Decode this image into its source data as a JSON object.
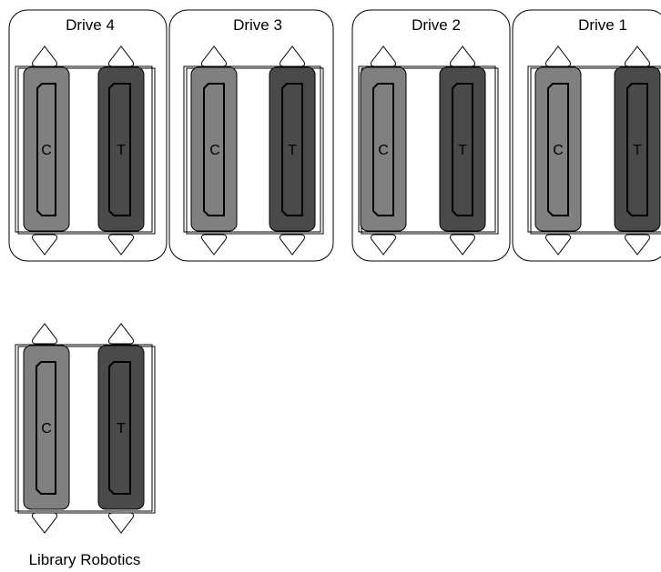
{
  "drives": [
    {
      "label": "Drive 4",
      "left_text": "C",
      "right_text": "T"
    },
    {
      "label": "Drive 3",
      "left_text": "C",
      "right_text": "T"
    },
    {
      "label": "Drive 2",
      "left_text": "C",
      "right_text": "T"
    },
    {
      "label": "Drive 1",
      "left_text": "C",
      "right_text": "T"
    }
  ],
  "robotics": {
    "label": "Library Robotics",
    "left_text": "C",
    "right_text": "T"
  },
  "colors": {
    "left_slot": "#808080",
    "right_slot": "#4a4a4a",
    "stroke": "#000000",
    "background": "#ffffff"
  }
}
